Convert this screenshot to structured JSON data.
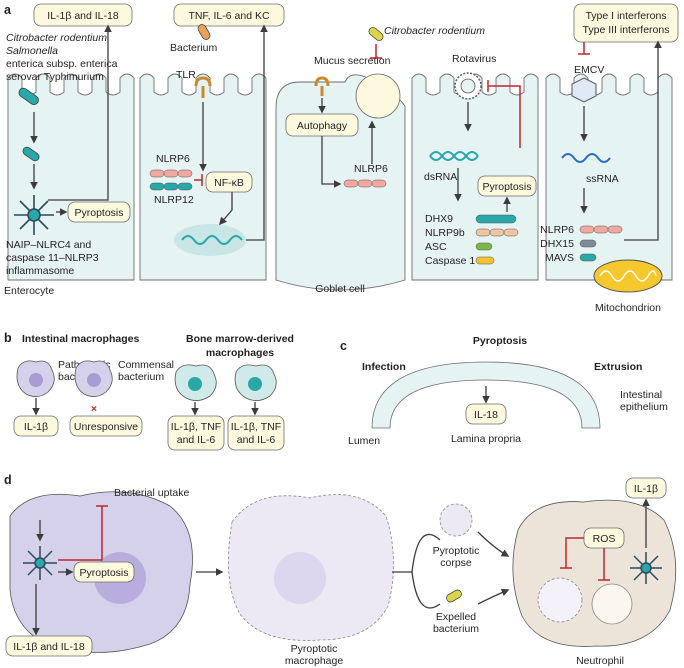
{
  "colors": {
    "cell_fill": "#e6f3f3",
    "label_box": "#fdf9df",
    "inhibition": "#c1272d",
    "macrophage": "#d6d1ea",
    "neutrophil": "#ece4d8",
    "nlrp6": "#f2a8a0",
    "nlrp12": "#2aa7a9",
    "asc": "#7ab648",
    "caspase1": "#f2c230",
    "dhx15": "#7f8a99"
  },
  "panel_a": {
    "letter": "a",
    "box_il1b_il18": "IL-1β and IL-18",
    "box_tnf": "TNF, IL-6 and KC",
    "box_interferons_1": "Type I interferons",
    "box_interferons_2": "Type III interferons",
    "pathogens_1": "Citrobacter rodentium",
    "pathogens_2": "Salmonella",
    "pathogens_3": "enterica subsp. enterica",
    "pathogens_4": "serovar Typhimurium",
    "pyroptosis_1": "Pyroptosis",
    "inflammasome_1": "NAIP–NLRC4 and",
    "inflammasome_2": "caspase 11–NLRP3",
    "inflammasome_3": "inflammasome",
    "enterocyte": "Enterocyte",
    "bacterium": "Bacterium",
    "tlr": "TLR",
    "nlrp6_label": "NLRP6",
    "nlrp12_label": "NLRP12",
    "nfkb": "NF-κB",
    "citrobacter_2": "Citrobacter rodentium",
    "mucus": "Mucus secretion",
    "autophagy": "Autophagy",
    "nlrp6_goblet": "NLRP6",
    "goblet": "Goblet cell",
    "rotavirus": "Rotavirus",
    "dsrna": "dsRNA",
    "pyroptosis_2": "Pyroptosis",
    "dhx9": "DHX9",
    "nlrp9b": "NLRP9b",
    "asc": "ASC",
    "caspase1": "Caspase 1",
    "emcv": "EMCV",
    "ssrna": "ssRNA",
    "nlrp6_r": "NLRP6",
    "dhx15": "DHX15",
    "mavs": "MAVS",
    "mito": "Mitochondrion"
  },
  "panel_b": {
    "letter": "b",
    "title_left": "Intestinal macrophages",
    "title_right_1": "Bone marrow-derived",
    "title_right_2": "macrophages",
    "pathogenic_1": "Pathogenic",
    "pathogenic_2": "bacterium",
    "commensal_1": "Commensal",
    "commensal_2": "bacterium",
    "out_il1b": "IL-1β",
    "out_unresp": "Unresponsive",
    "out_bm_1a": "IL-1β, TNF",
    "out_bm_1b": "and IL-6",
    "out_bm_2a": "IL-1β, TNF",
    "out_bm_2b": "and IL-6",
    "cross": "×"
  },
  "panel_c": {
    "letter": "c",
    "title": "Pyroptosis",
    "infection": "Infection",
    "extrusion": "Extrusion",
    "epi_1": "Intestinal",
    "epi_2": "epithelium",
    "il18": "IL-18",
    "lamina": "Lamina propria",
    "lumen": "Lumen"
  },
  "panel_d": {
    "letter": "d",
    "uptake": "Bacterial uptake",
    "pyroptosis": "Pyroptosis",
    "out_box": "IL-1β and IL-18",
    "pm_1": "Pyroptotic",
    "pm_2": "macrophage",
    "corpse_1": "Pyroptotic",
    "corpse_2": "corpse",
    "expelled_1": "Expelled",
    "expelled_2": "bacterium",
    "il1b": "IL-1β",
    "ros": "ROS",
    "neutrophil": "Neutrophil"
  }
}
